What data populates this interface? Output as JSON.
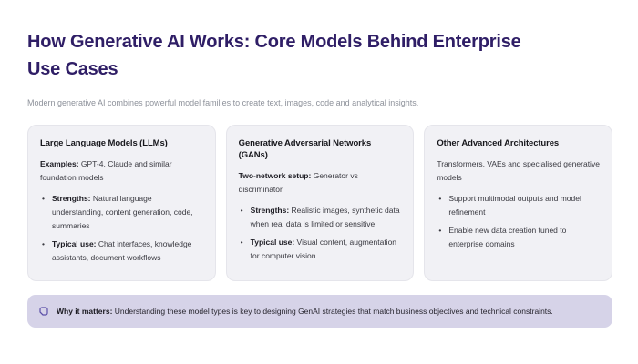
{
  "header": {
    "title": "How Generative AI Works: Core Models Behind Enterprise Use Cases",
    "subtitle": "Modern generative AI combines powerful model families to create text, images, code and analytical insights."
  },
  "cards": [
    {
      "title": "Large Language Models (LLMs)",
      "intro_label": "Examples:",
      "intro_text": "GPT-4, Claude and similar foundation models",
      "bullets": [
        {
          "label": "Strengths:",
          "text": "Natural language understanding, content generation, code, summaries"
        },
        {
          "label": "Typical use:",
          "text": "Chat interfaces, knowledge assistants, document workflows"
        }
      ]
    },
    {
      "title": "Generative Adversarial Networks (GANs)",
      "intro_label": "Two-network setup:",
      "intro_text": "Generator vs discriminator",
      "bullets": [
        {
          "label": "Strengths:",
          "text": "Realistic images, synthetic data when real data is limited or sensitive"
        },
        {
          "label": "Typical use:",
          "text": "Visual content, augmentation for computer vision"
        }
      ]
    },
    {
      "title": "Other Advanced Architectures",
      "intro_label": "",
      "intro_text": "Transformers, VAEs and specialised generative models",
      "bullets": [
        {
          "label": "",
          "text": "Support multimodal outputs and model refinement"
        },
        {
          "label": "",
          "text": "Enable new data creation tuned to enterprise domains"
        }
      ]
    }
  ],
  "callout": {
    "icon": "note-icon",
    "label": "Why it matters:",
    "text": "Understanding these model types is key to designing GenAI strategies that match business objectives and technical constraints."
  },
  "colors": {
    "title_text": "#2f1e66",
    "subtitle_text": "#8e929b",
    "card_background": "#f1f1f5",
    "card_border": "#e5e5eb",
    "body_text": "#3a3a41",
    "callout_background": "#d6d3e8",
    "callout_icon": "#5b4fa8"
  }
}
